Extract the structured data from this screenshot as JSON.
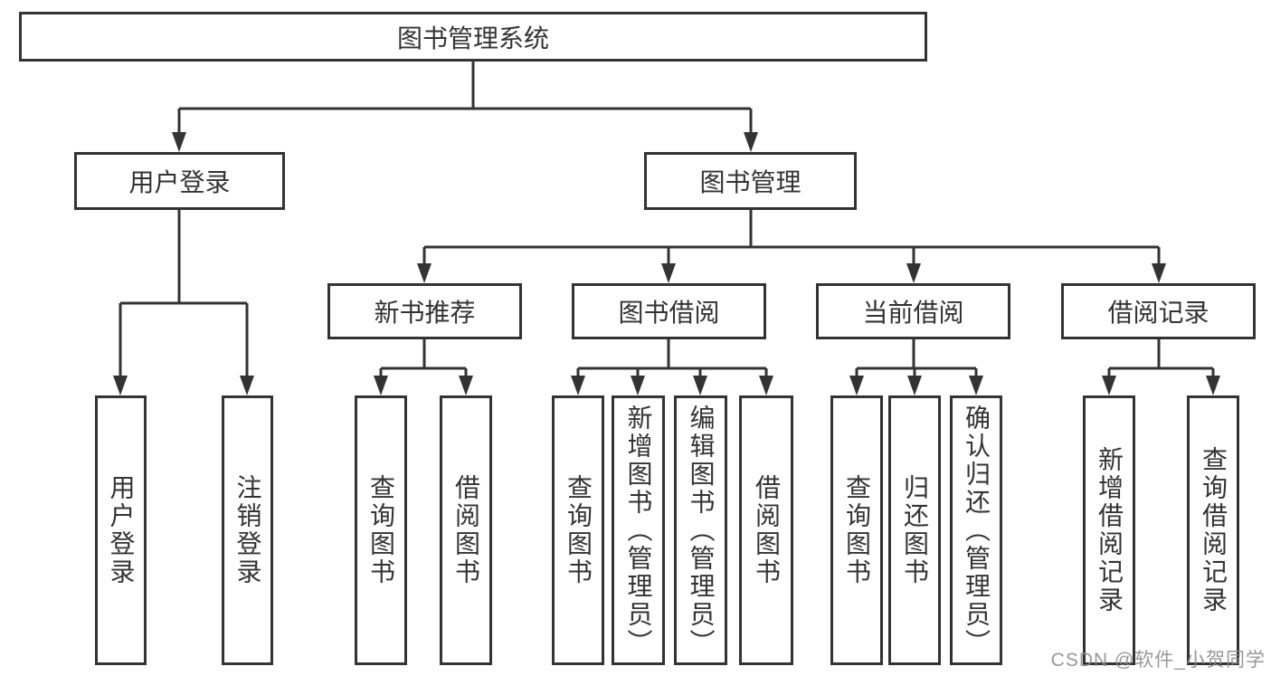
{
  "page": {
    "background": "#ffffff",
    "line_color": "#333333",
    "text_color": "#333333",
    "box_fill": "#ffffff"
  },
  "watermark": {
    "text": "CSDN @软件_小贺同学",
    "color": "#8a8a8a"
  },
  "tree": {
    "root": {
      "label": "图书管理系统"
    },
    "level2": [
      {
        "label": "用户登录"
      },
      {
        "label": "图书管理"
      }
    ],
    "level3": [
      {
        "label": "新书推荐",
        "parent": "图书管理"
      },
      {
        "label": "图书借阅",
        "parent": "图书管理"
      },
      {
        "label": "当前借阅",
        "parent": "图书管理"
      },
      {
        "label": "借阅记录",
        "parent": "图书管理"
      }
    ],
    "level4": [
      {
        "label": "用户登录",
        "parent": "用户登录"
      },
      {
        "label": "注销登录",
        "parent": "用户登录"
      },
      {
        "label": "查询图书",
        "parent": "新书推荐"
      },
      {
        "label": "借阅图书",
        "parent": "新书推荐"
      },
      {
        "label": "查询图书",
        "parent": "图书借阅"
      },
      {
        "label": "新增图书（管理员）",
        "parent": "图书借阅"
      },
      {
        "label": "编辑图书（管理员）",
        "parent": "图书借阅"
      },
      {
        "label": "借阅图书",
        "parent": "图书借阅"
      },
      {
        "label": "查询图书",
        "parent": "当前借阅"
      },
      {
        "label": "归还图书",
        "parent": "当前借阅"
      },
      {
        "label": "确认归还（管理员）",
        "parent": "当前借阅"
      },
      {
        "label": "新增借阅记录",
        "parent": "借阅记录"
      },
      {
        "label": "查询借阅记录",
        "parent": "借阅记录"
      }
    ]
  }
}
